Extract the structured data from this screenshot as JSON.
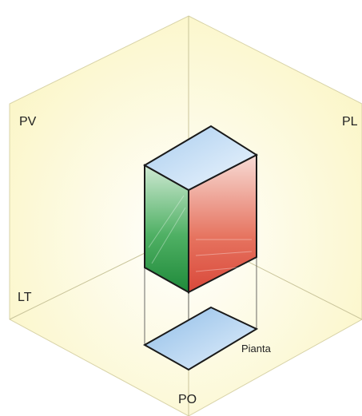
{
  "labels": {
    "pv": "PV",
    "pl": "PL",
    "lt": "LT",
    "po": "PO",
    "pianta": "Pianta"
  },
  "colors": {
    "plane_fill": "#fdfbd9",
    "plane_edge": "#c9c49a",
    "top_face": "#b9d6f0",
    "left_face": "#2f9a4a",
    "right_face": "#e25a4a",
    "plan_fill": "#b9d6f0",
    "outline": "#1a1a1a"
  }
}
